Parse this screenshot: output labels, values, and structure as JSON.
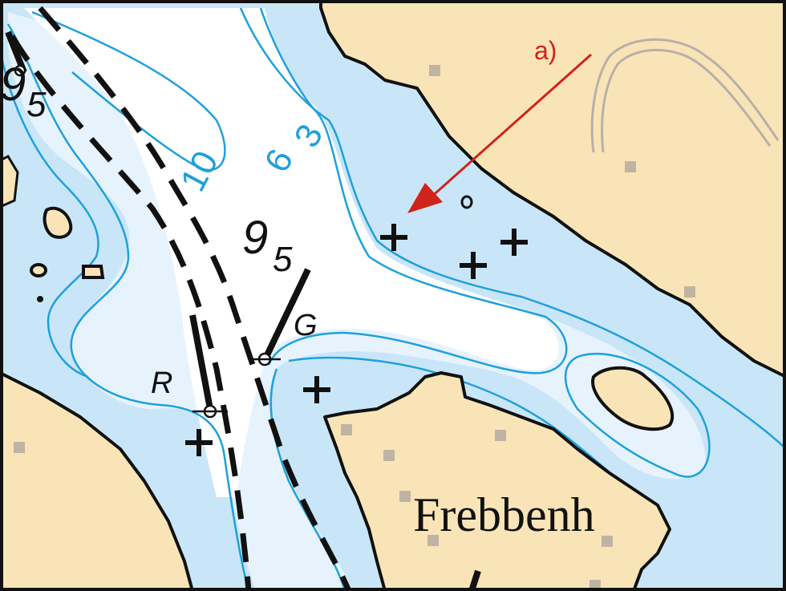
{
  "colors": {
    "land": "#f9e4b7",
    "shallow": "#c9e6f8",
    "medium": "#e6f3fc",
    "deep": "#ffffff",
    "contour": "#1ea0dc",
    "coast": "#111111",
    "track": "#111111",
    "building": "#bfb4a4",
    "road": "#b8b0a8",
    "annotation": "#d0231b"
  },
  "labels": {
    "annotation": "a)",
    "place_name": "Frebbenh",
    "leading_light_red": "R",
    "leading_light_green": "G"
  },
  "soundings": [
    {
      "name": "sounding-main",
      "whole": "9",
      "fraction": "5"
    },
    {
      "name": "sounding-corner",
      "whole": "9",
      "fraction": "5"
    }
  ],
  "contour_labels": [
    "10",
    "6",
    "3"
  ],
  "symbols": {
    "rock": "dangerous-rock-icon",
    "light": "light-position-icon",
    "building": "building-square-icon"
  }
}
